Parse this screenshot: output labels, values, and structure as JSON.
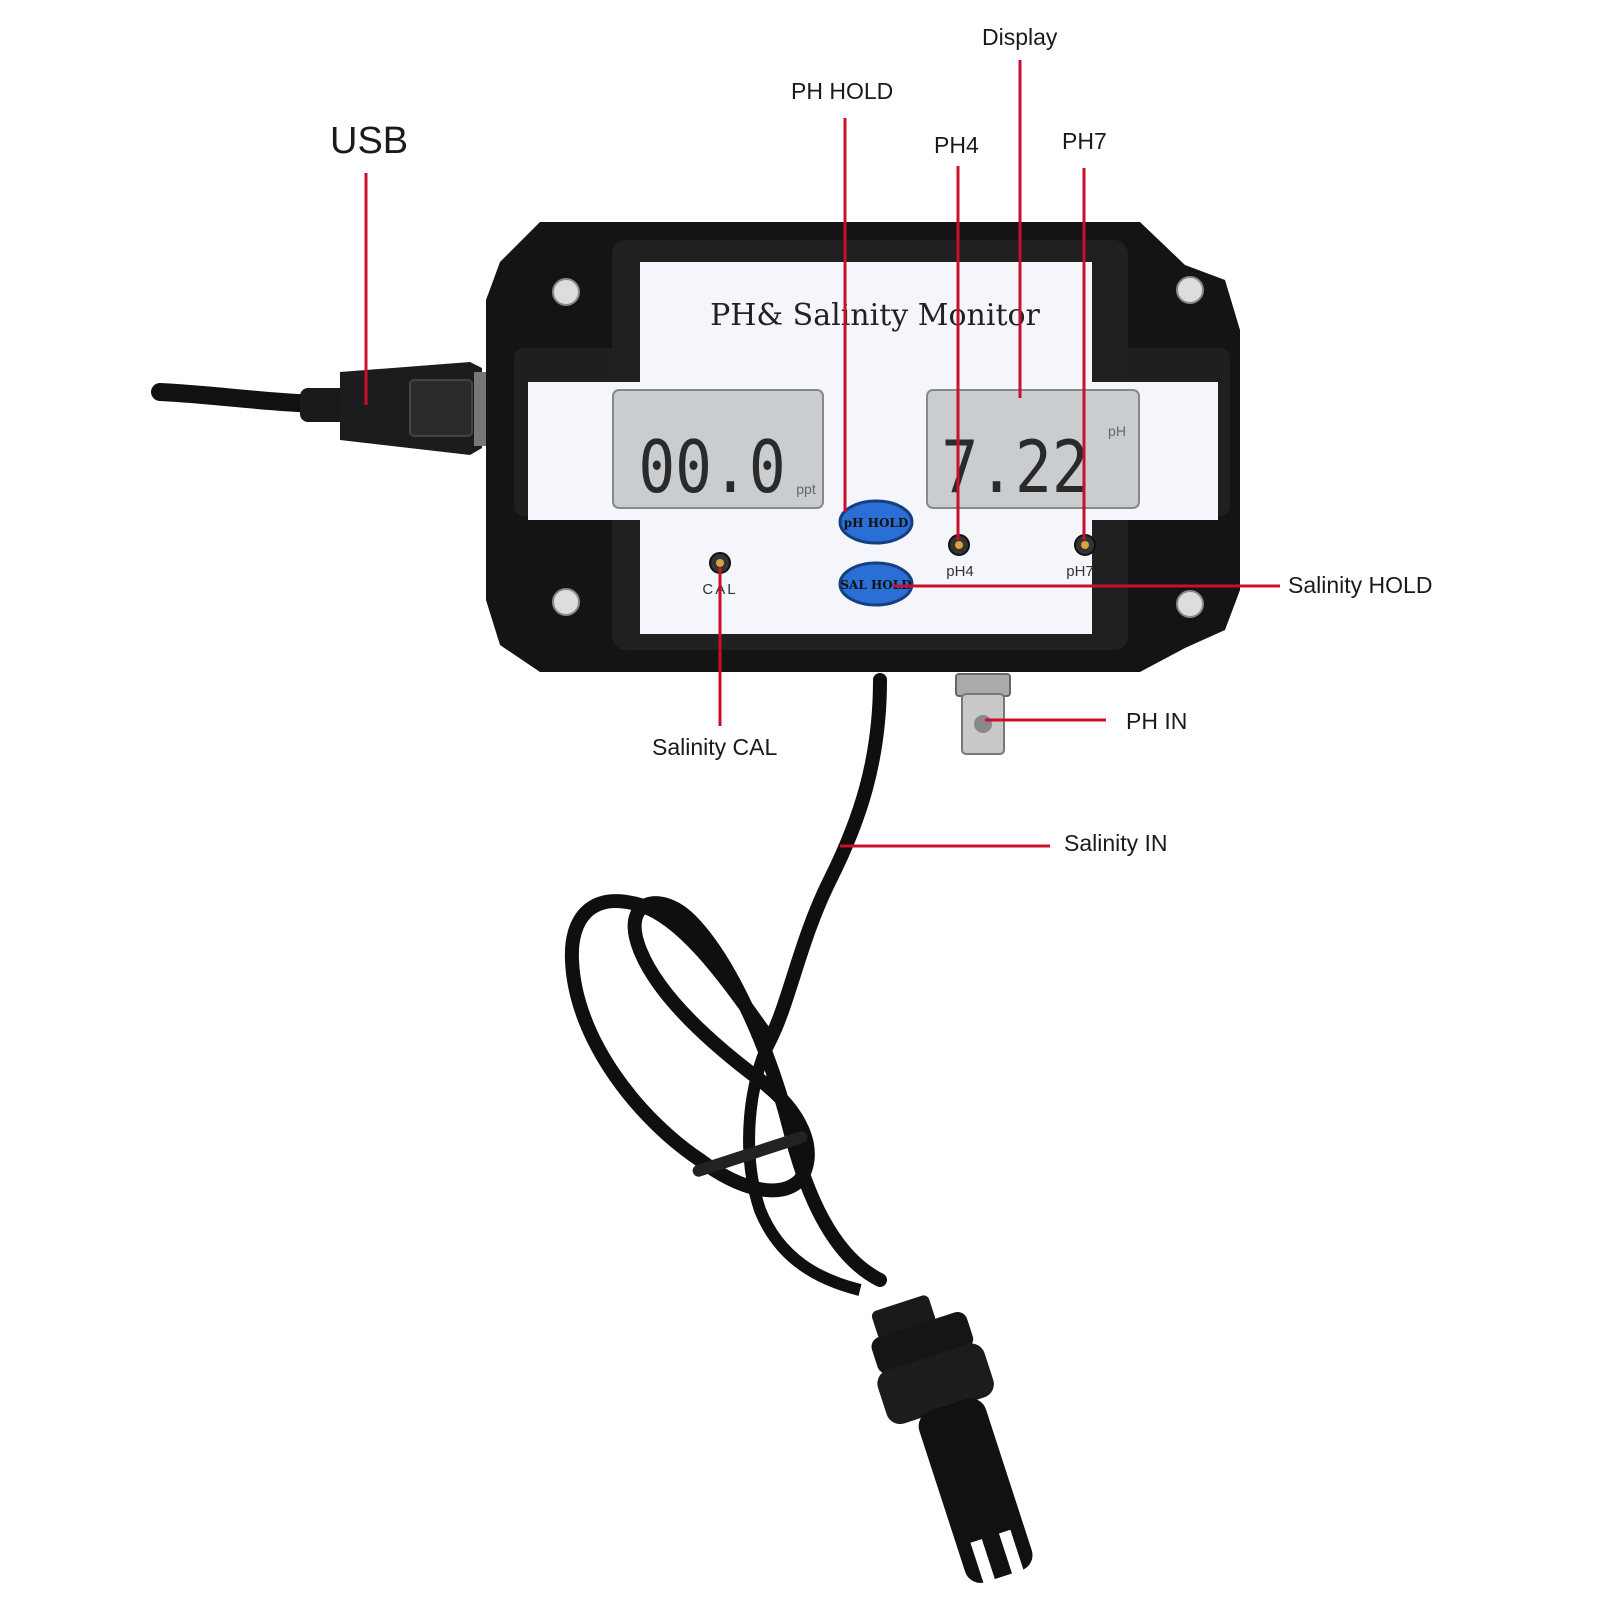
{
  "device": {
    "title": "PH& Salinity Monitor",
    "left_display": {
      "value": "00.0",
      "unit": "ppt"
    },
    "right_display": {
      "value": "7.22",
      "unit": "pH"
    },
    "buttons": {
      "ph_hold": "pH HOLD",
      "sal_hold": "SAL HOLD"
    },
    "port_labels": {
      "cal": "CAL",
      "ph4": "pH4",
      "ph7": "pH7"
    }
  },
  "callouts": {
    "usb": "USB",
    "ph_hold": "PH HOLD",
    "display": "Display",
    "ph4": "PH4",
    "ph7": "PH7",
    "salinity_hold": "Salinity HOLD",
    "ph_in": "PH IN",
    "salinity_cal": "Salinity CAL",
    "salinity_in": "Salinity IN"
  },
  "colors": {
    "leader_line": "#c8102e",
    "case": "#151515",
    "faceplate": "#f4f6fb",
    "lcd": "#c9cdd0",
    "button": "#2a6fd6"
  }
}
